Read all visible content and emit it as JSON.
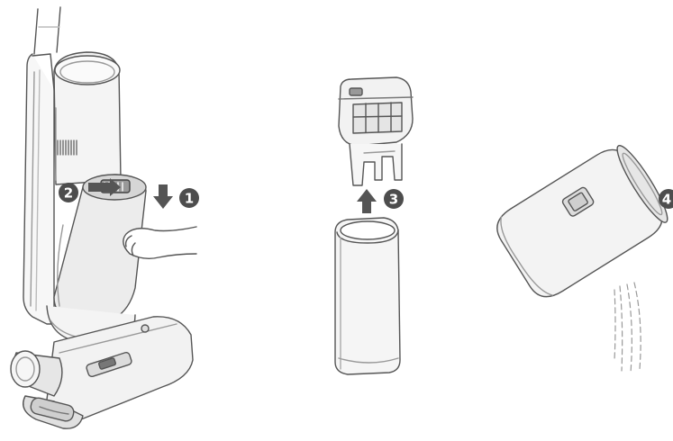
{
  "steps": [
    {
      "number": "1",
      "icon": "arrow-down-icon"
    },
    {
      "number": "2",
      "icon": "arrow-right-icon"
    },
    {
      "number": "3",
      "icon": "arrow-up-icon"
    },
    {
      "number": "4",
      "icon": ""
    }
  ],
  "colors": {
    "line": "#555555",
    "body_fill": "#f2f2f2",
    "dark_fill": "#d9d9d9",
    "badge": "#4d4d4d",
    "badge_text": "#ffffff",
    "water": "#999999"
  }
}
